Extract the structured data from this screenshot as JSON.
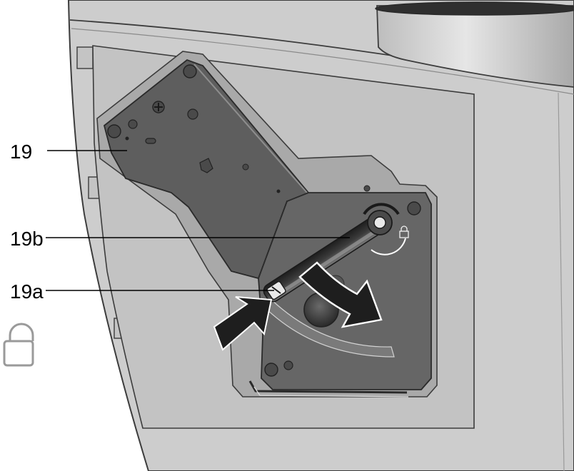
{
  "callouts": [
    {
      "id": "19",
      "label": "19"
    },
    {
      "id": "19b",
      "label": "19b"
    },
    {
      "id": "19a",
      "label": "19a"
    }
  ],
  "icons": {
    "lock_large": "padlock-icon",
    "lock_small": "padlock-icon",
    "arrow_push": "arrow-icon",
    "arrow_swing": "curved-arrow-icon"
  },
  "colors": {
    "housing": "#cdcdcd",
    "housing_edge": "#3c3c3c",
    "recess": "#b2b2b2",
    "plate": "#5a5a5a",
    "panel": "#666666",
    "arrows": "#1a1a1a",
    "lever": "#3a3a3a"
  }
}
